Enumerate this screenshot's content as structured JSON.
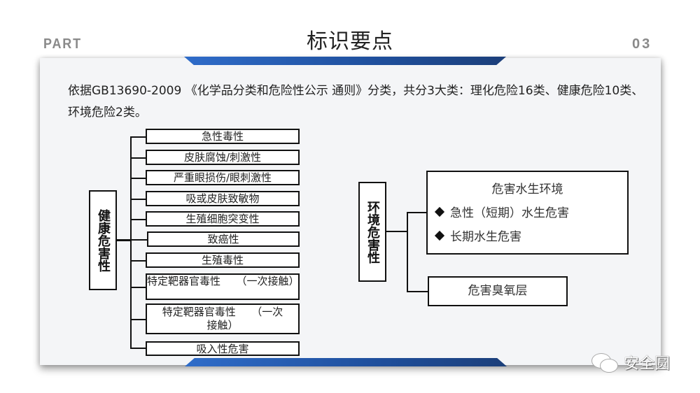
{
  "header": {
    "part_label": "PART",
    "part_number": "03",
    "title": "标识要点"
  },
  "intro": "依据GB13690-2009 《化学品分类和危险性公示 通则》分类，共分3大类：理化危险16类、健康危险10类、环境危险2类。",
  "health": {
    "label": "健康危害性",
    "items": [
      {
        "label": "急性毒性"
      },
      {
        "label": "皮肤腐蚀/刺激性"
      },
      {
        "label": "严重眼损伤/眼刺激性"
      },
      {
        "label": "吸或皮肤致敏物"
      },
      {
        "label": "生殖细胞突变性"
      },
      {
        "label": "致癌性"
      },
      {
        "label": "生殖毒性"
      },
      {
        "label": "特定靶器官毒性　　（一次接触）"
      },
      {
        "label": "特定靶器官毒性　　（一次接触）"
      },
      {
        "label": "吸入性危害"
      }
    ]
  },
  "environment": {
    "label": "环境危害性",
    "aquatic": {
      "heading": "危害水生环境",
      "bullets": [
        "急性（短期）水生危害",
        "长期水生危害"
      ]
    },
    "ozone": "危害臭氧层"
  },
  "watermark": {
    "icon": "wechat-icon",
    "text": "安全圆"
  },
  "colors": {
    "accent_bar": "#1f4f9c",
    "card_bg": "#f4f5f7",
    "part_text": "#8a8a8a"
  }
}
